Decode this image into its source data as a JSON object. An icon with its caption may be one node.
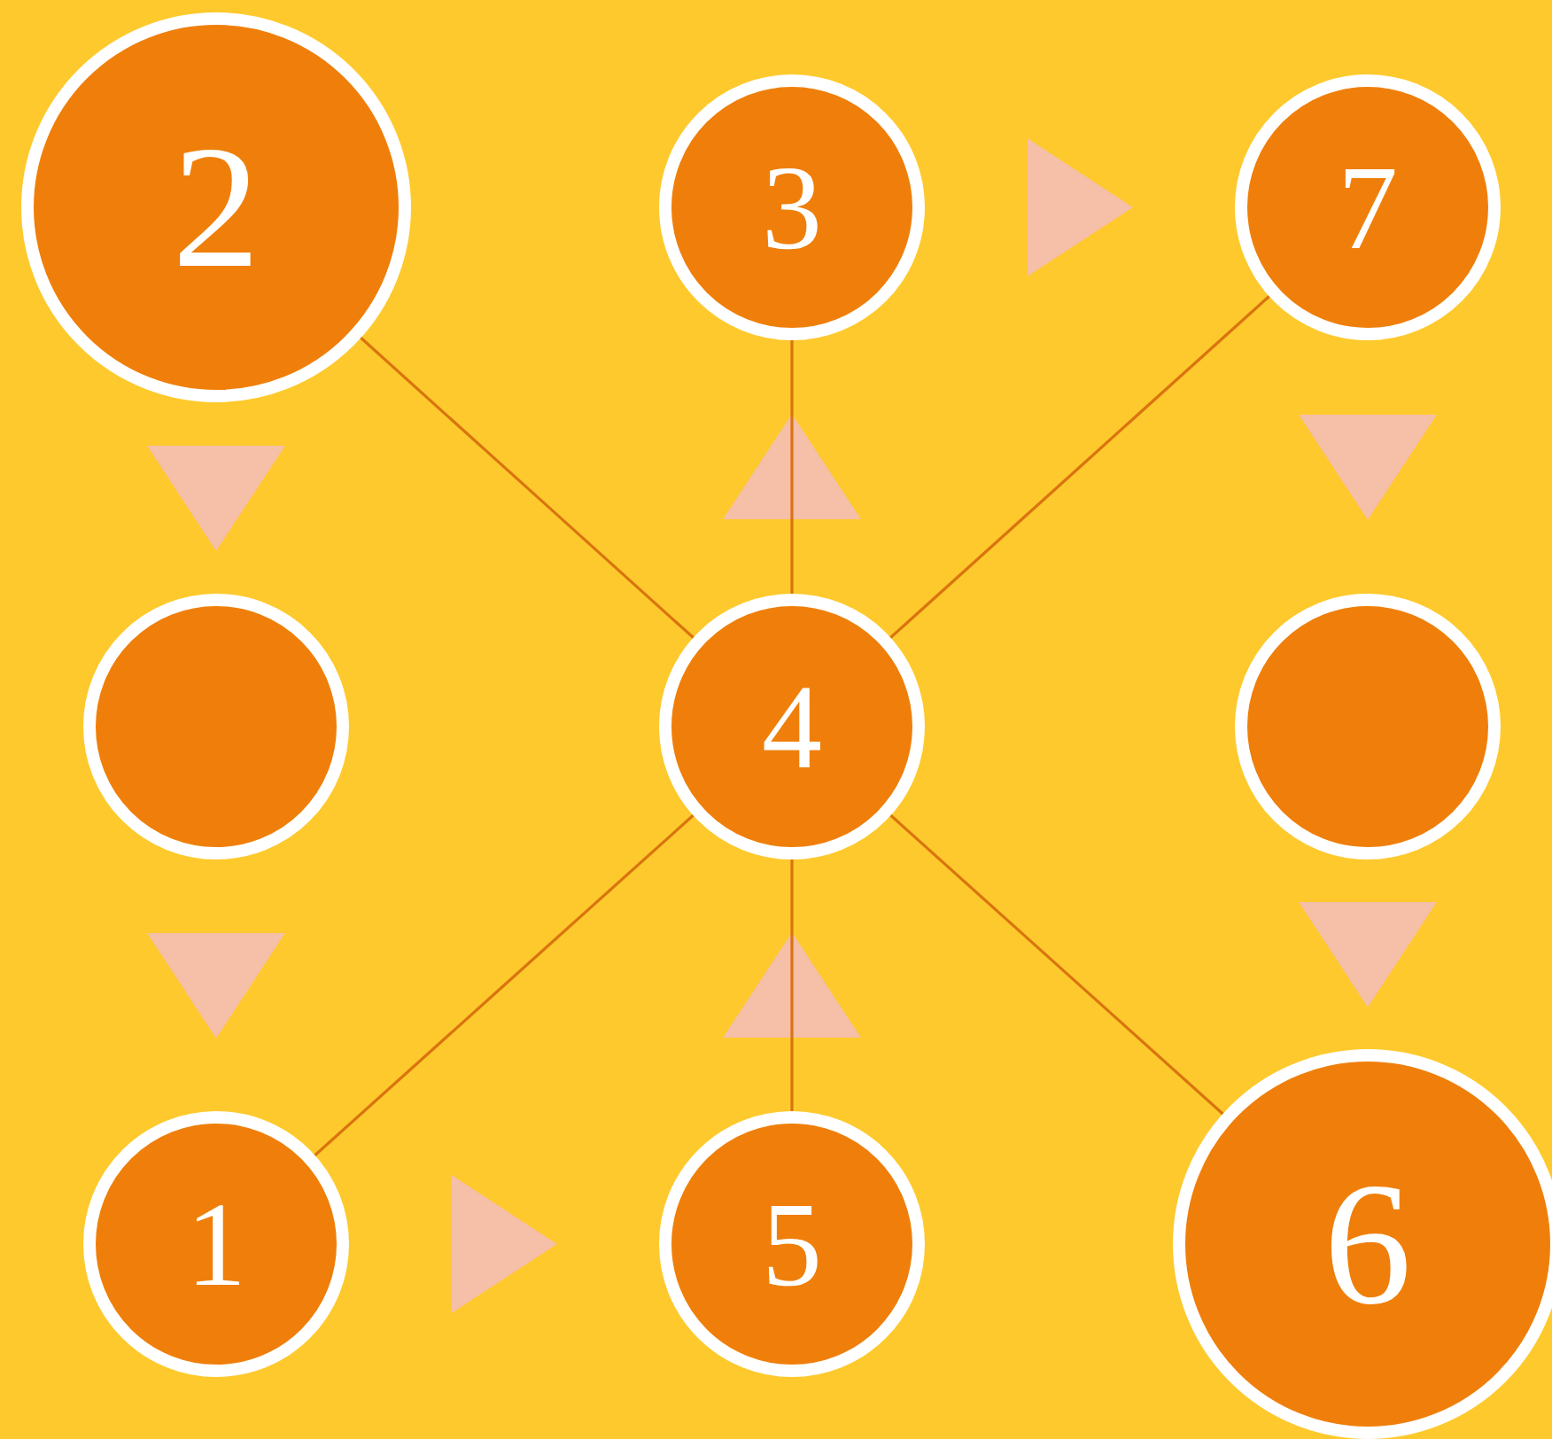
{
  "diagram": {
    "nodes": [
      {
        "text": [
          "2"
        ]
      },
      {
        "text": [
          "3"
        ]
      },
      {
        "text": [
          "7"
        ]
      },
      {
        "text": [],
        "shape": "circle"
      },
      {
        "text": [
          "4"
        ]
      },
      {
        "text": [],
        "shape": "circle"
      },
      {
        "text": [
          "1"
        ]
      },
      {
        "text": [
          "5"
        ]
      },
      {
        "text": [
          "6"
        ]
      }
    ],
    "edges": [
      {
        "from": 0,
        "to": 3,
        "arrow": "to"
      },
      {
        "from": 3,
        "to": 6,
        "arrow": "to"
      },
      {
        "from": 6,
        "to": 7,
        "arrow": "to"
      },
      {
        "from": 7,
        "to": 4,
        "arrow": "to"
      },
      {
        "from": 4,
        "to": 1,
        "arrow": "to"
      },
      {
        "from": 1,
        "to": 2,
        "arrow": "to"
      },
      {
        "from": 2,
        "to": 5,
        "arrow": "to"
      },
      {
        "from": 5,
        "to": 8,
        "arrow": "to"
      },
      {
        "from": 0,
        "to": 4,
        "arrow": "none",
        "color": "#d9740f"
      },
      {
        "from": 4,
        "to": 8,
        "arrow": "none",
        "color": "#d9740f"
      },
      {
        "from": 2,
        "to": 4,
        "arrow": "none",
        "color": "#d9740f"
      },
      {
        "from": 4,
        "to": 6,
        "arrow": "none",
        "color": "#d9740f"
      },
      {
        "from": 1,
        "to": 4,
        "arrow": "none",
        "color": "#d9740f"
      },
      {
        "from": 4,
        "to": 7,
        "arrow": "none",
        "color": "#d9740f"
      }
    ]
  }
}
